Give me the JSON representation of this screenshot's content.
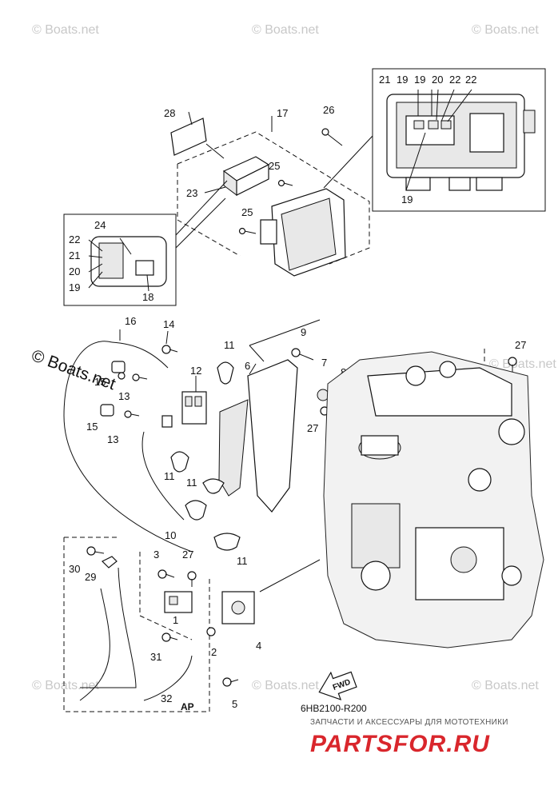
{
  "watermarks": {
    "boats_net": "© Boats.net",
    "boats_net_bold": "© Boats.net"
  },
  "diagram_code": "6HB2100-R200",
  "fwd_label": "FWD",
  "ap_label": "AP",
  "shop": {
    "subtitle": "ЗАПЧАСТИ И АКСЕССУАРЫ ДЛЯ МОТОТЕХНИКИ",
    "logo": "PARTSFOR.RU"
  },
  "callouts": {
    "c28": "28",
    "c17": "17",
    "c26": "26",
    "c25a": "25",
    "c23": "23",
    "c25b": "25",
    "c24": "24",
    "c22L": "22",
    "c21L": "21",
    "c20L": "20",
    "c19L": "19",
    "c18": "18",
    "c21R": "21",
    "c19R": "19",
    "c19Ra": "19",
    "c20R": "20",
    "c22Ra": "22",
    "c22Rb": "22",
    "c19Rb": "19",
    "c16": "16",
    "c14": "14",
    "c11a": "11",
    "c12": "12",
    "c6": "6",
    "c9": "9",
    "c7": "7",
    "c8": "8",
    "c27a": "27",
    "c27b": "27",
    "c15a": "15",
    "c13a": "13",
    "c15b": "15",
    "c13b": "13",
    "c11b": "11",
    "c11c": "11",
    "c10": "10",
    "c11d": "11",
    "c30": "30",
    "c29": "29",
    "c3": "3",
    "c27c": "27",
    "c1": "1",
    "c2": "2",
    "c4": "4",
    "c31": "31",
    "c32": "32",
    "c5": "5"
  }
}
